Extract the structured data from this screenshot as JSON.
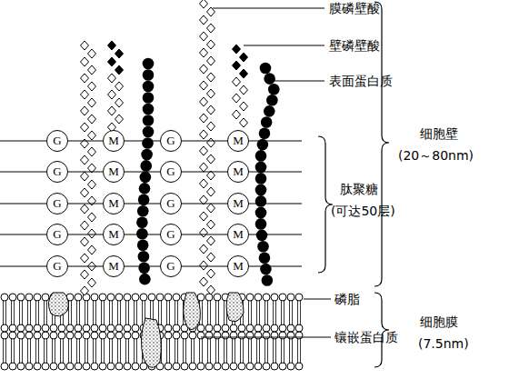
{
  "diagram": {
    "nodes": [
      {
        "text": [
          "G"
        ]
      },
      {
        "text": [
          "M"
        ]
      },
      {
        "text": [
          "G"
        ]
      },
      {
        "text": [
          "M"
        ]
      },
      {
        "text": [
          "G"
        ]
      },
      {
        "text": [
          "M"
        ]
      },
      {
        "text": [
          "G"
        ]
      },
      {
        "text": [
          "M"
        ]
      },
      {
        "text": [
          "G"
        ]
      },
      {
        "text": [
          "M"
        ]
      },
      {
        "text": [
          "G"
        ]
      },
      {
        "text": [
          "M"
        ]
      },
      {
        "text": [
          "G"
        ]
      },
      {
        "text": [
          "M"
        ]
      },
      {
        "text": [
          "G"
        ]
      },
      {
        "text": [
          "M"
        ]
      },
      {
        "text": [
          "G"
        ]
      },
      {
        "text": [
          "M"
        ]
      },
      {
        "text": [
          "G"
        ]
      },
      {
        "text": [
          "M"
        ]
      }
    ],
    "edges": [
      {
        "from": 0,
        "to": 1,
        "arrow": "none"
      },
      {
        "from": 1,
        "to": 2,
        "arrow": "none"
      },
      {
        "from": 2,
        "to": 3,
        "arrow": "none"
      },
      {
        "from": 4,
        "to": 5,
        "arrow": "none"
      },
      {
        "from": 5,
        "to": 6,
        "arrow": "none"
      },
      {
        "from": 6,
        "to": 7,
        "arrow": "none"
      },
      {
        "from": 8,
        "to": 9,
        "arrow": "none"
      },
      {
        "from": 9,
        "to": 10,
        "arrow": "none"
      },
      {
        "from": 10,
        "to": 11,
        "arrow": "none"
      },
      {
        "from": 12,
        "to": 13,
        "arrow": "none"
      },
      {
        "from": 13,
        "to": 14,
        "arrow": "none"
      },
      {
        "from": 14,
        "to": 15,
        "arrow": "none"
      },
      {
        "from": 16,
        "to": 17,
        "arrow": "none"
      },
      {
        "from": 17,
        "to": 18,
        "arrow": "none"
      },
      {
        "from": 18,
        "to": 19,
        "arrow": "none"
      }
    ],
    "labels": [
      "膜磷壁酸",
      "壁磷壁酸",
      "表面蛋白质",
      "细胞壁",
      "(20～80nm)",
      "肽聚糖",
      "(可达50层)",
      "磷脂",
      "镶嵌蛋白质",
      "细胞膜",
      "(7.5nm)"
    ]
  }
}
